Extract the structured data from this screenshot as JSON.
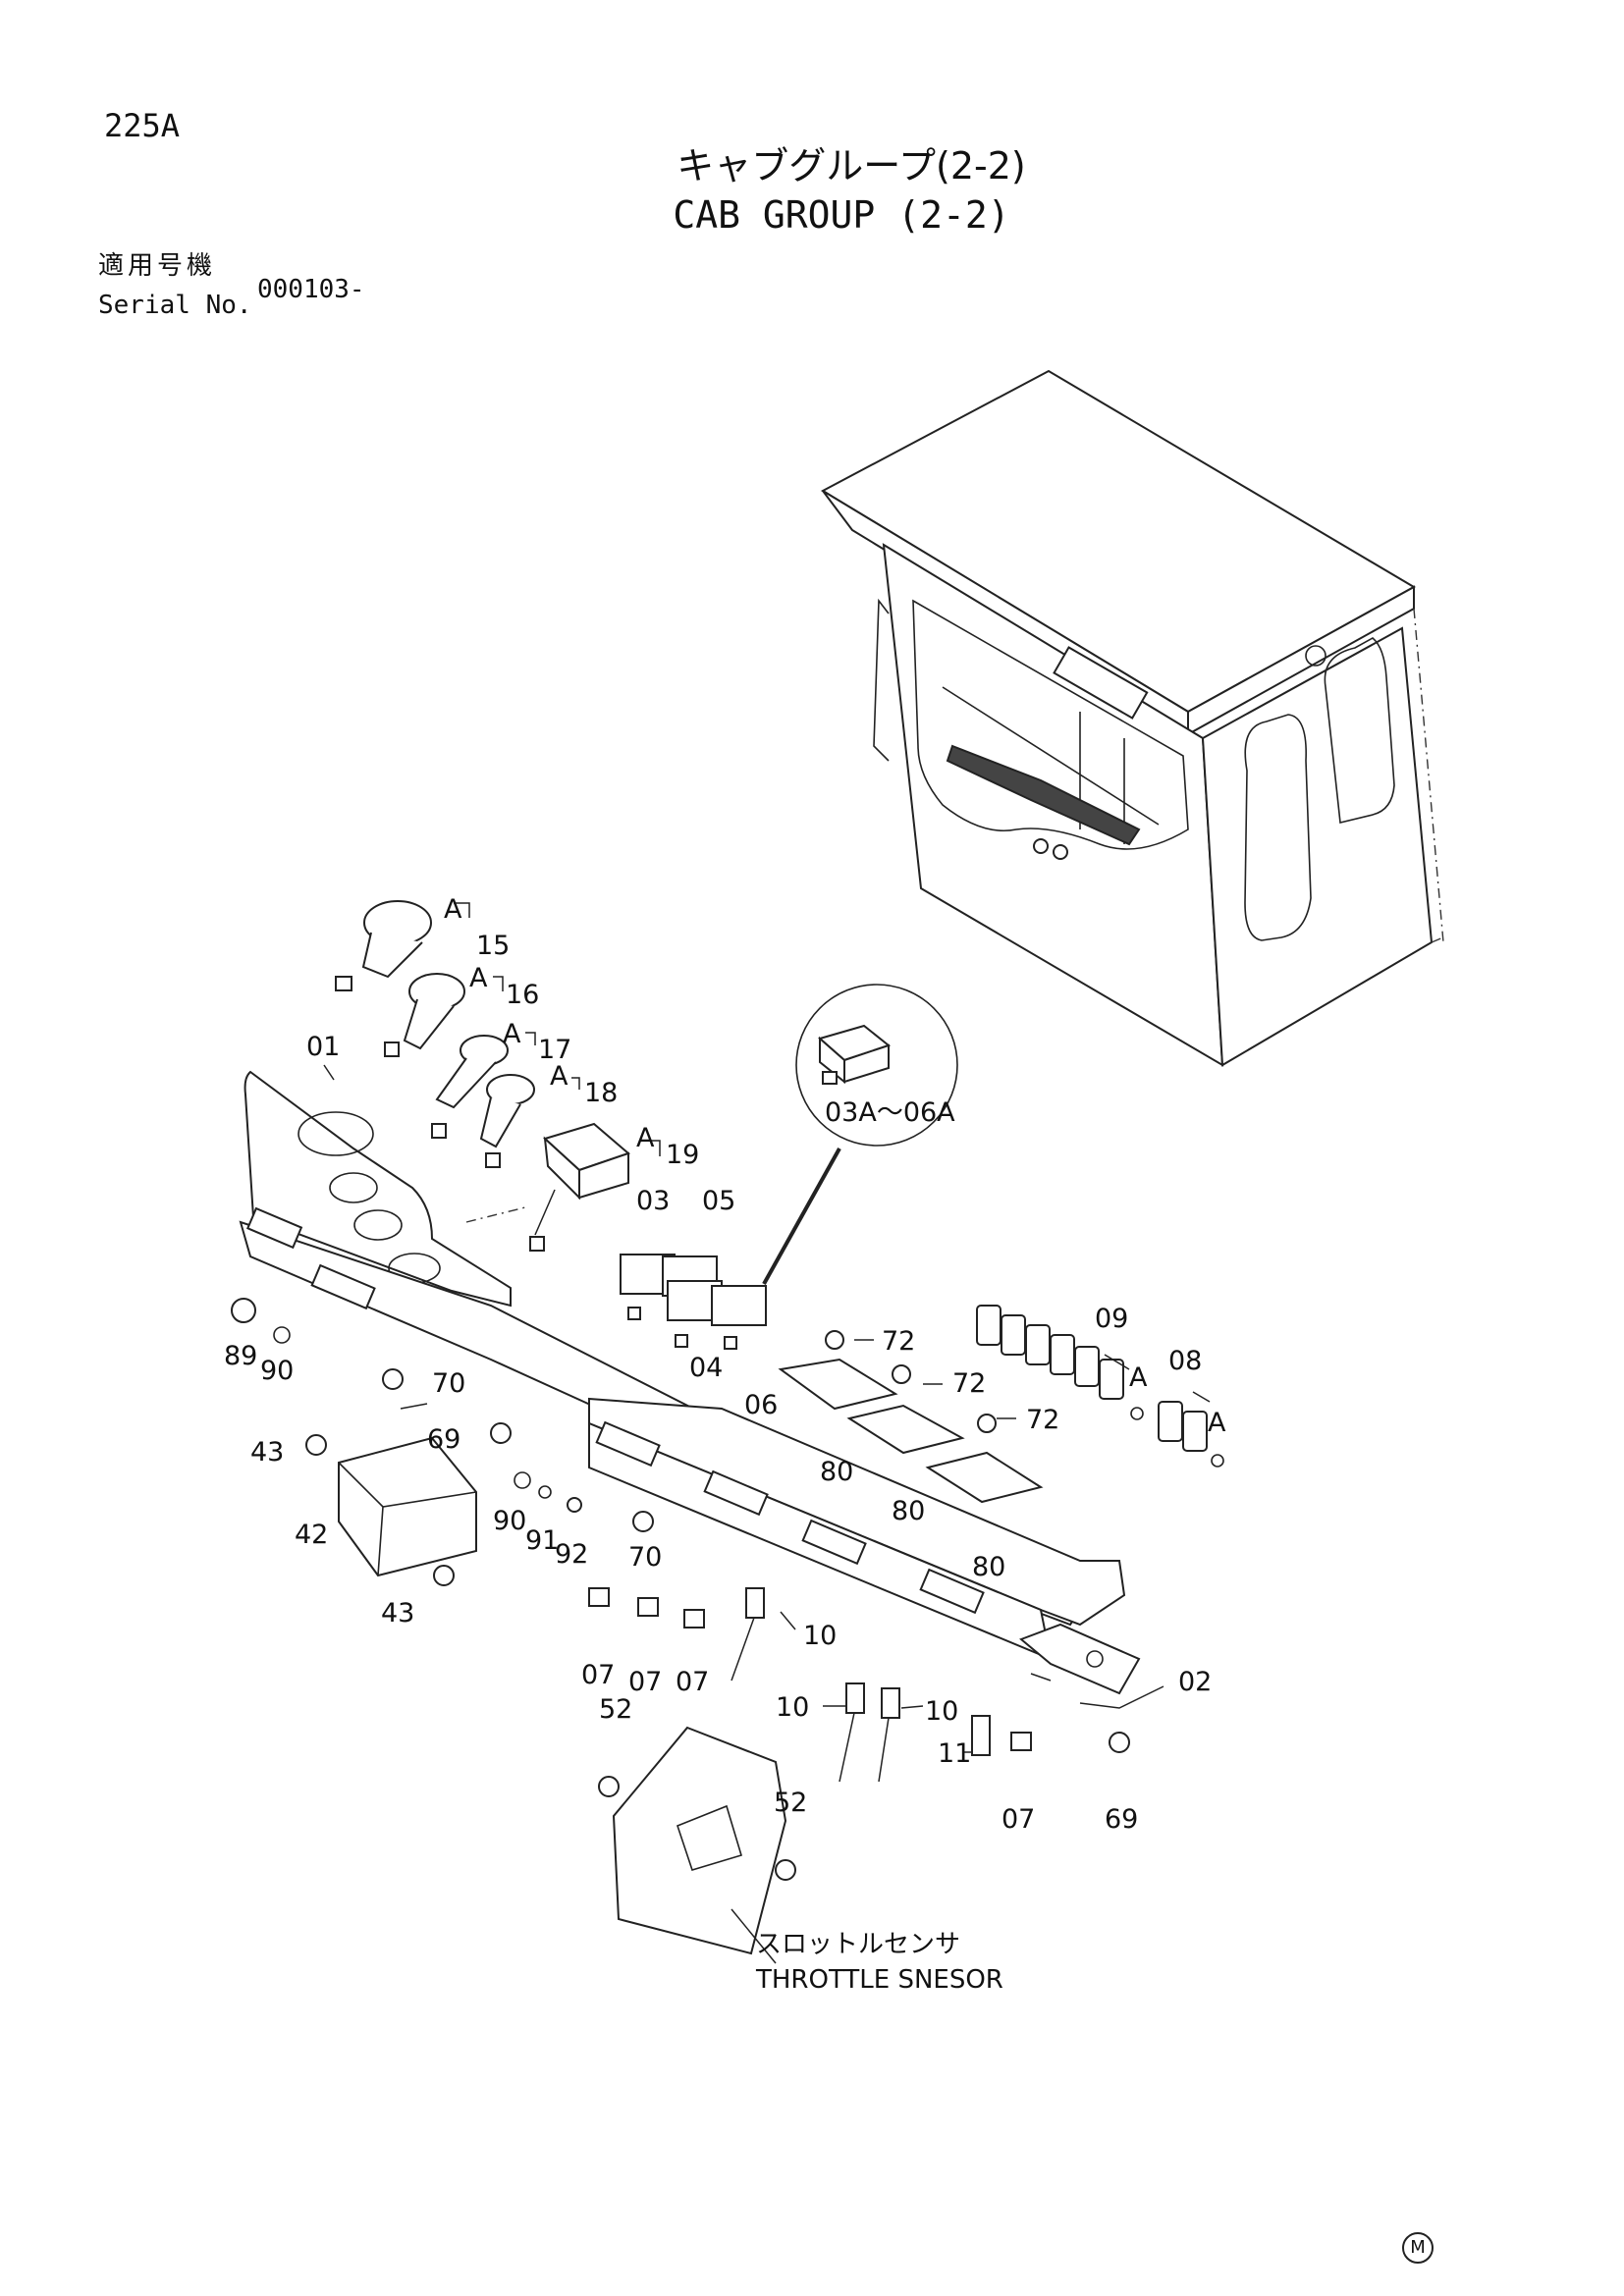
{
  "page": {
    "number": "225A",
    "title_jp": "キャブグループ(2-2)",
    "title_en": "CAB GROUP (2-2)",
    "serial_label_jp": "適用号機",
    "serial_label_en": "Serial No.",
    "serial_value": "000103-",
    "mark": "M"
  },
  "detail_callout": "03A～06A",
  "sensor_caption": {
    "jp": "スロットルセンサ",
    "en": "THROTTLE SNESOR"
  },
  "part_labels": [
    {
      "id": "l15",
      "text": "15"
    },
    {
      "id": "l16",
      "text": "16"
    },
    {
      "id": "l17",
      "text": "17"
    },
    {
      "id": "l18",
      "text": "18"
    },
    {
      "id": "l19",
      "text": "19"
    },
    {
      "id": "l01",
      "text": "01"
    },
    {
      "id": "l03",
      "text": "03"
    },
    {
      "id": "l05",
      "text": "05"
    },
    {
      "id": "l04",
      "text": "04"
    },
    {
      "id": "l06",
      "text": "06"
    },
    {
      "id": "l72a",
      "text": "72"
    },
    {
      "id": "l72b",
      "text": "72"
    },
    {
      "id": "l72c",
      "text": "72"
    },
    {
      "id": "l09",
      "text": "09"
    },
    {
      "id": "l08",
      "text": "08"
    },
    {
      "id": "l80a",
      "text": "80"
    },
    {
      "id": "l80b",
      "text": "80"
    },
    {
      "id": "l80c",
      "text": "80"
    },
    {
      "id": "l89",
      "text": "89"
    },
    {
      "id": "l90a",
      "text": "90"
    },
    {
      "id": "l70a",
      "text": "70"
    },
    {
      "id": "l69a",
      "text": "69"
    },
    {
      "id": "l43a",
      "text": "43"
    },
    {
      "id": "l42",
      "text": "42"
    },
    {
      "id": "l43b",
      "text": "43"
    },
    {
      "id": "l90b",
      "text": "90"
    },
    {
      "id": "l91",
      "text": "91"
    },
    {
      "id": "l92",
      "text": "92"
    },
    {
      "id": "l70b",
      "text": "70"
    },
    {
      "id": "l07a",
      "text": "07"
    },
    {
      "id": "l07b",
      "text": "07"
    },
    {
      "id": "l07c",
      "text": "07"
    },
    {
      "id": "l10a",
      "text": "10"
    },
    {
      "id": "l10b",
      "text": "10"
    },
    {
      "id": "l10c",
      "text": "10"
    },
    {
      "id": "l02",
      "text": "02"
    },
    {
      "id": "l11",
      "text": "11"
    },
    {
      "id": "l07d",
      "text": "07"
    },
    {
      "id": "l69b",
      "text": "69"
    },
    {
      "id": "l52a",
      "text": "52"
    },
    {
      "id": "l52b",
      "text": "52"
    }
  ],
  "view_markers": [
    {
      "id": "a15",
      "text": "A"
    },
    {
      "id": "a16",
      "text": "A"
    },
    {
      "id": "a17",
      "text": "A"
    },
    {
      "id": "a18",
      "text": "A"
    },
    {
      "id": "a19",
      "text": "A"
    },
    {
      "id": "a09",
      "text": "A"
    },
    {
      "id": "a08",
      "text": "A"
    }
  ]
}
